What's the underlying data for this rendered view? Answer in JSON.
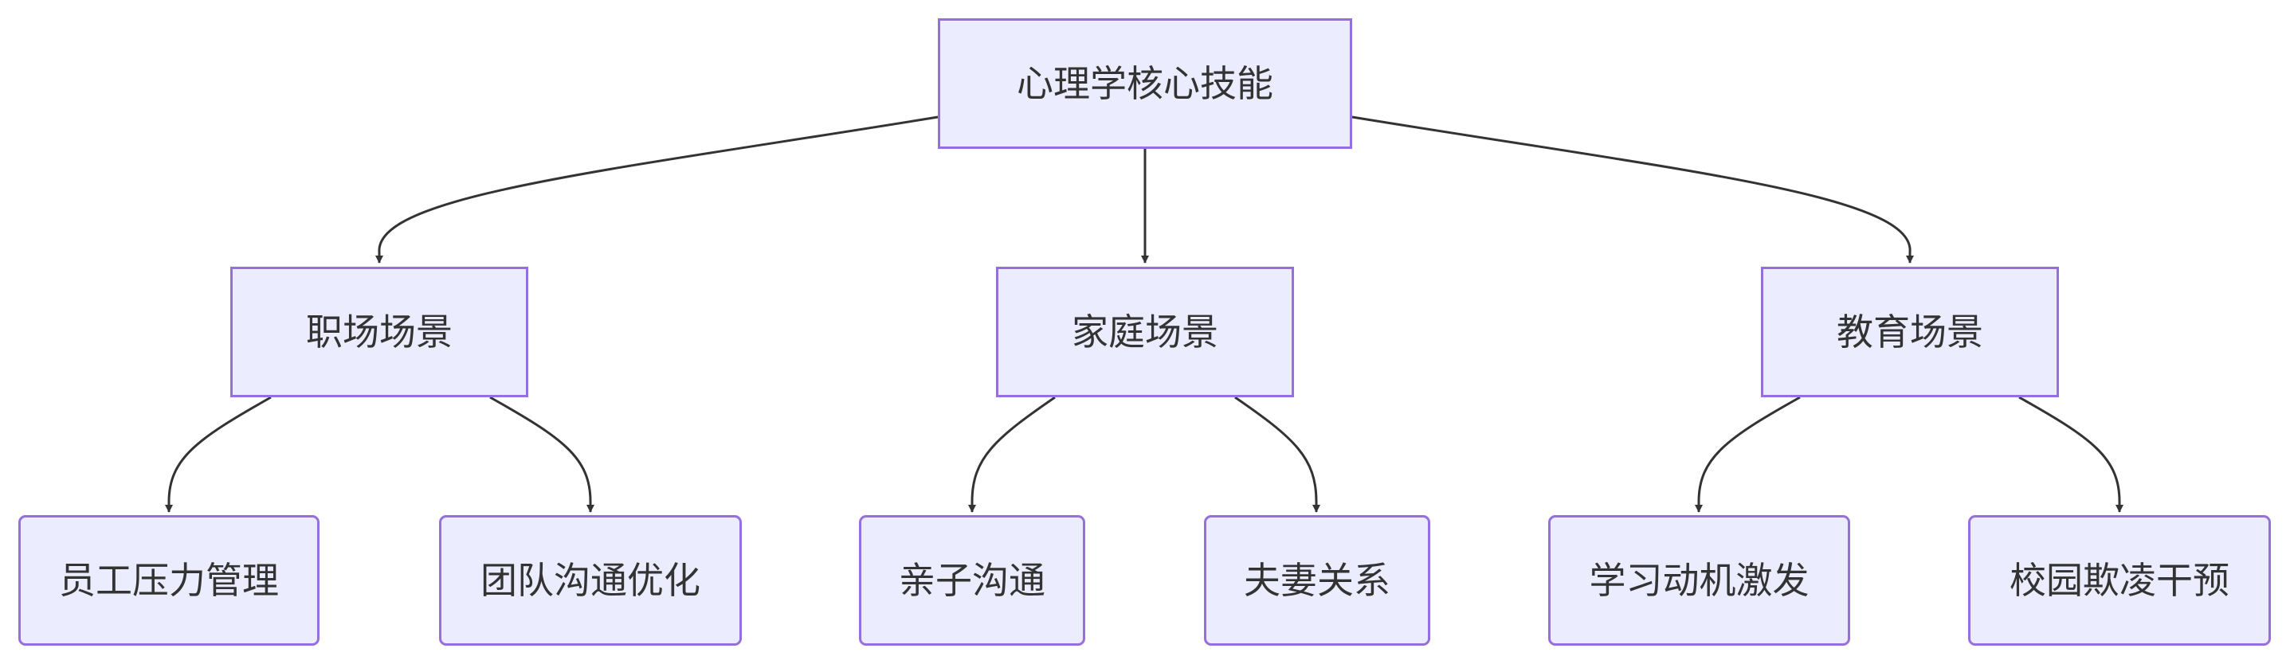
{
  "diagram": {
    "type": "tree",
    "colors": {
      "node_fill": "#ececff",
      "node_border": "#9370db",
      "edge": "#333333",
      "text": "#333333"
    },
    "root": {
      "label": "心理学核心技能"
    },
    "categories": [
      {
        "label": "职场场景",
        "children": [
          "员工压力管理",
          "团队沟通优化"
        ]
      },
      {
        "label": "家庭场景",
        "children": [
          "亲子沟通",
          "夫妻关系"
        ]
      },
      {
        "label": "教育场景",
        "children": [
          "学习动机激发",
          "校园欺凌干预"
        ]
      }
    ]
  }
}
